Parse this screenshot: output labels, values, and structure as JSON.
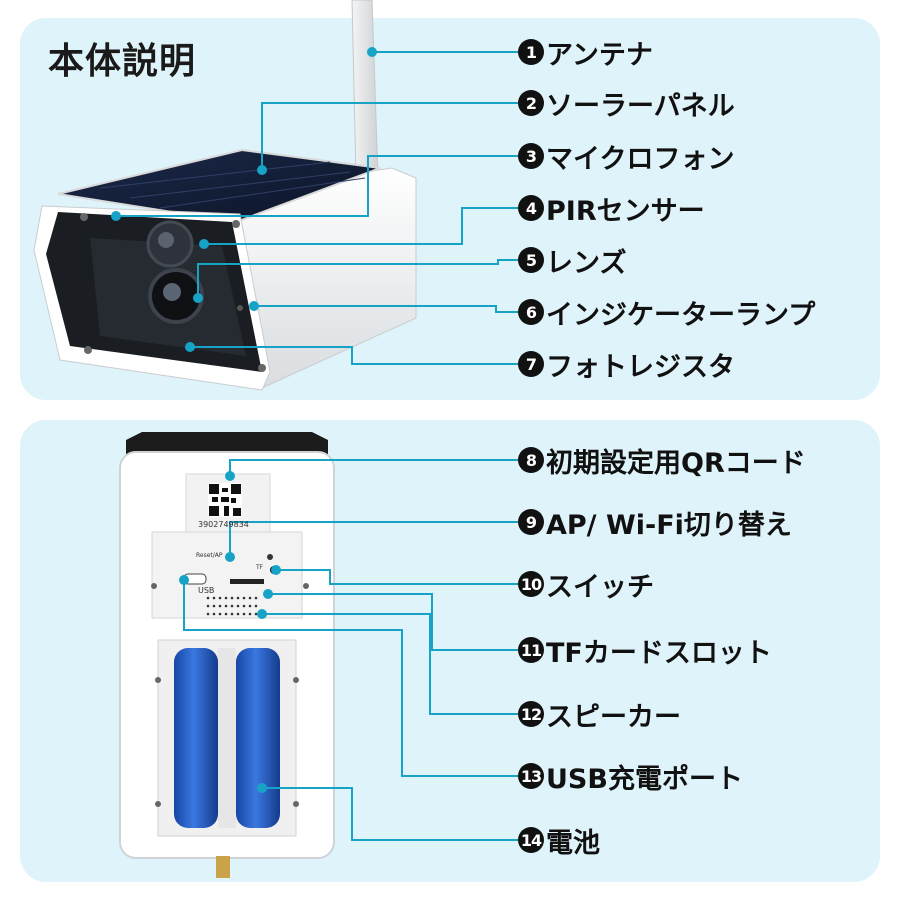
{
  "header": {
    "title": "本体説明"
  },
  "qr_serial": "3902749834",
  "port_labels": {
    "usb": "USB",
    "reset": "Reset/AP",
    "tf": "TF"
  },
  "callouts": [
    {
      "num": "1",
      "text": "アンテナ"
    },
    {
      "num": "2",
      "text": "ソーラーパネル"
    },
    {
      "num": "3",
      "text": "マイクロフォン"
    },
    {
      "num": "4",
      "text": "PIRセンサー"
    },
    {
      "num": "5",
      "text": "レンズ"
    },
    {
      "num": "6",
      "text": "インジケーターランプ"
    },
    {
      "num": "7",
      "text": "フォトレジスタ"
    },
    {
      "num": "8",
      "text": "初期設定用QRコード"
    },
    {
      "num": "9",
      "text": "AP/ Wi-Fi切り替え"
    },
    {
      "num": "10",
      "text": "スイッチ"
    },
    {
      "num": "11",
      "text": "TFカードスロット"
    },
    {
      "num": "12",
      "text": "スピーカー"
    },
    {
      "num": "13",
      "text": "USB充電ポート"
    },
    {
      "num": "14",
      "text": "電池"
    }
  ],
  "colors": {
    "panel": "#dff3fa",
    "leader": "#16a3c6",
    "dot": "#16a3c6",
    "battery": "#1d5ec9"
  }
}
